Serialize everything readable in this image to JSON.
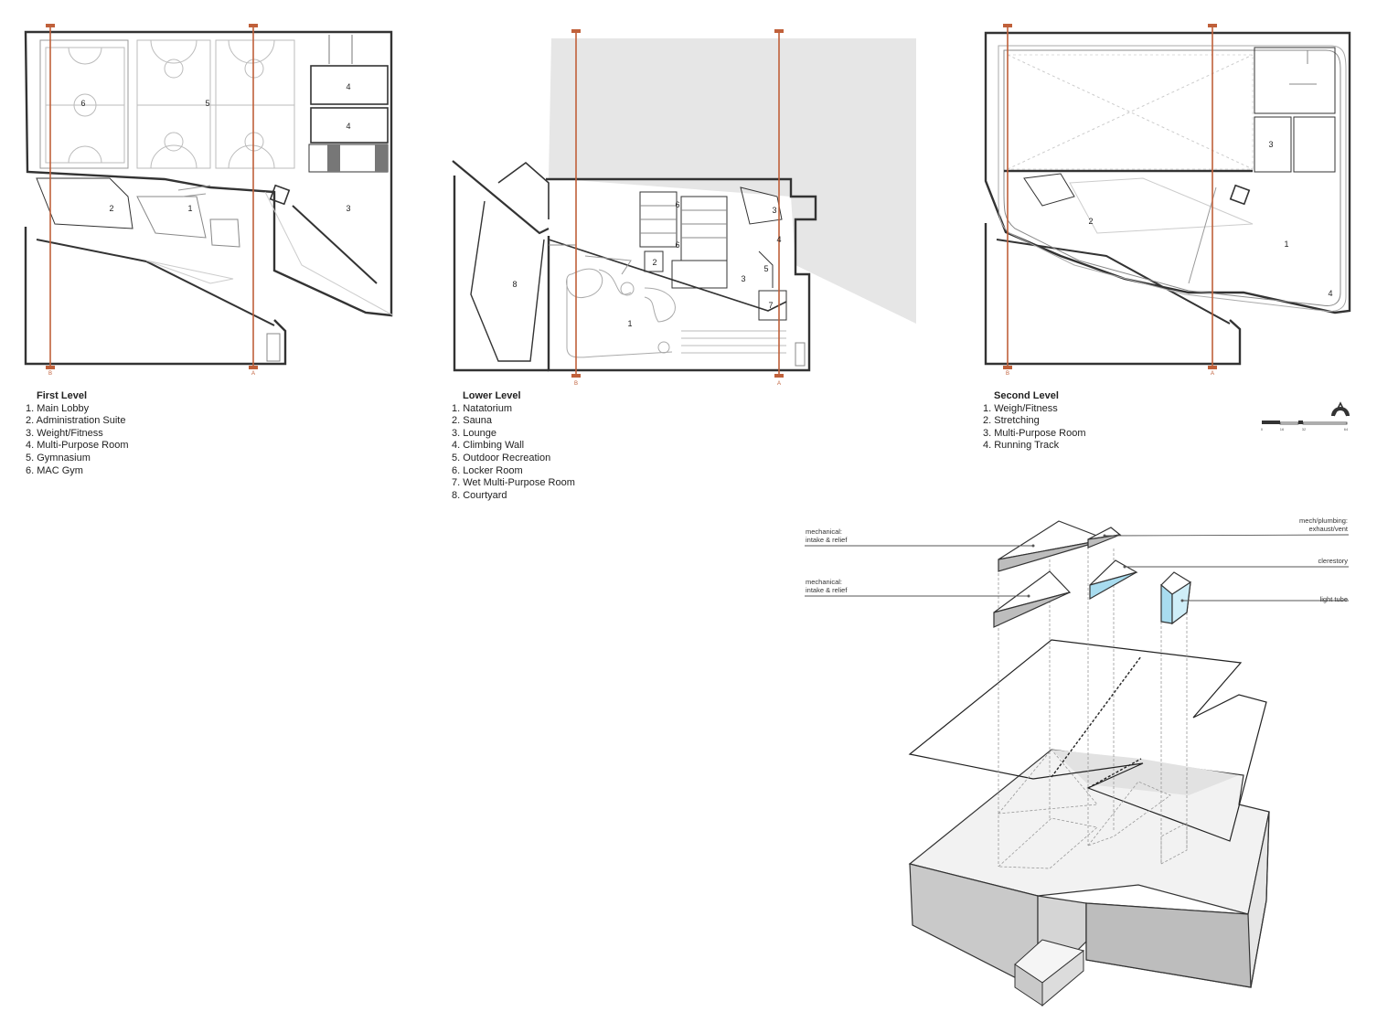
{
  "plans": [
    {
      "title": "First Level",
      "rooms": [
        "1. Main Lobby",
        "2. Administration Suite",
        "3. Weight/Fitness",
        "4. Multi-Purpose Room",
        "5. Gymnasium",
        "6. MAC Gym"
      ],
      "tags": [
        "1",
        "2",
        "3",
        "4",
        "4",
        "5",
        "6"
      ]
    },
    {
      "title": "Lower Level",
      "rooms": [
        "1. Natatorium",
        "2. Sauna",
        "3. Lounge",
        "4. Climbing Wall",
        "5. Outdoor Recreation",
        "6. Locker Room",
        "7. Wet Multi-Purpose Room",
        "8. Courtyard"
      ],
      "tags": [
        "1",
        "2",
        "3",
        "3",
        "4",
        "5",
        "6",
        "6",
        "7",
        "8"
      ]
    },
    {
      "title": "Second Level",
      "rooms": [
        "1. Weigh/Fitness",
        "2. Stretching",
        "3. Multi-Purpose Room",
        "4. Running Track"
      ],
      "tags": [
        "1",
        "2",
        "3",
        "4"
      ]
    }
  ],
  "section_markers": [
    "A",
    "B"
  ],
  "scale_bar": [
    "0",
    "16",
    "32",
    "64"
  ],
  "axonometric": {
    "callouts": {
      "mech_top_left": [
        "mechanical:",
        "intake & relief"
      ],
      "mech_bottom_left": [
        "mechanical:",
        "intake & relief"
      ],
      "mech_plumbing": [
        "mech/plumbing:",
        "exhaust/vent"
      ],
      "clerestory": "clerestory",
      "light_tube": "light tube"
    }
  },
  "colors": {
    "section_line": "#c0603a",
    "light_tube": "#a8dcef",
    "wall": "#333333",
    "shade": "#e6e6e6"
  }
}
